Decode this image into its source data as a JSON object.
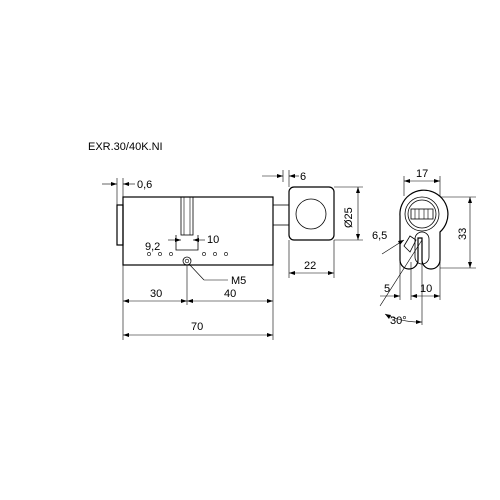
{
  "title": "EXR.30/40K.NI",
  "dimensions": {
    "offset_front": "0,6",
    "knob_width": "6",
    "knob_diameter": "Ø25",
    "knob_depth": "22",
    "cam_offset": "9,2",
    "cam_width": "10",
    "screw": "M5",
    "left_length": "30",
    "right_length": "40",
    "total_length": "70",
    "profile_width": "17",
    "profile_height": "33",
    "cam_radius": "6,5",
    "bottom_left": "5",
    "bottom_right": "10",
    "angle": "30°"
  }
}
